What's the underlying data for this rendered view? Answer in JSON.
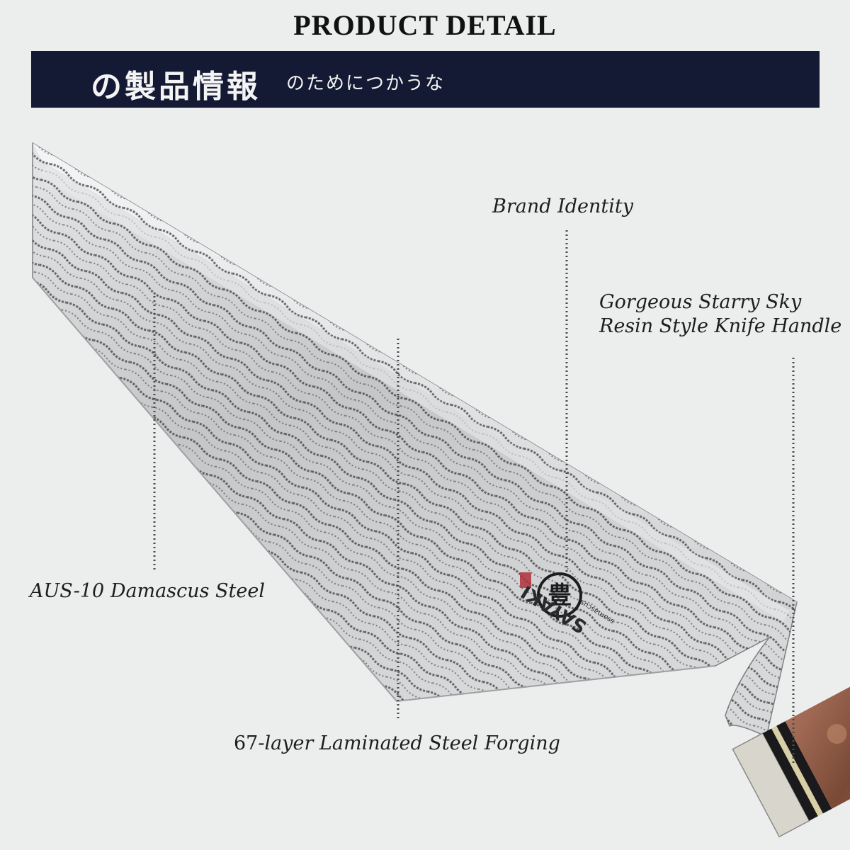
{
  "header": {
    "title": "PRODUCT DETAIL",
    "banner_main": "の製品情報",
    "banner_sub": "のためにつかうな"
  },
  "callouts": {
    "brand_identity": "Brand Identity",
    "handle_line1": "Gorgeous Starry Sky",
    "handle_line2": "Resin Style Knife Handle",
    "steel_prefix": "AUS-10",
    "steel_suffix": "Damascus Steel",
    "layers_prefix": "67",
    "layers_suffix": "-layer Laminated Steel Forging"
  },
  "blade": {
    "brand_text": "SAYAKI",
    "brand_small": "ssamascus"
  },
  "colors": {
    "background": "#eceded",
    "banner": "#141a33",
    "blade_steel": "#c9cbcd",
    "damascus_pattern": "#3a3b3e",
    "handle_resin": "#8a5a40",
    "handle_bolster": "#d8d6cc"
  }
}
